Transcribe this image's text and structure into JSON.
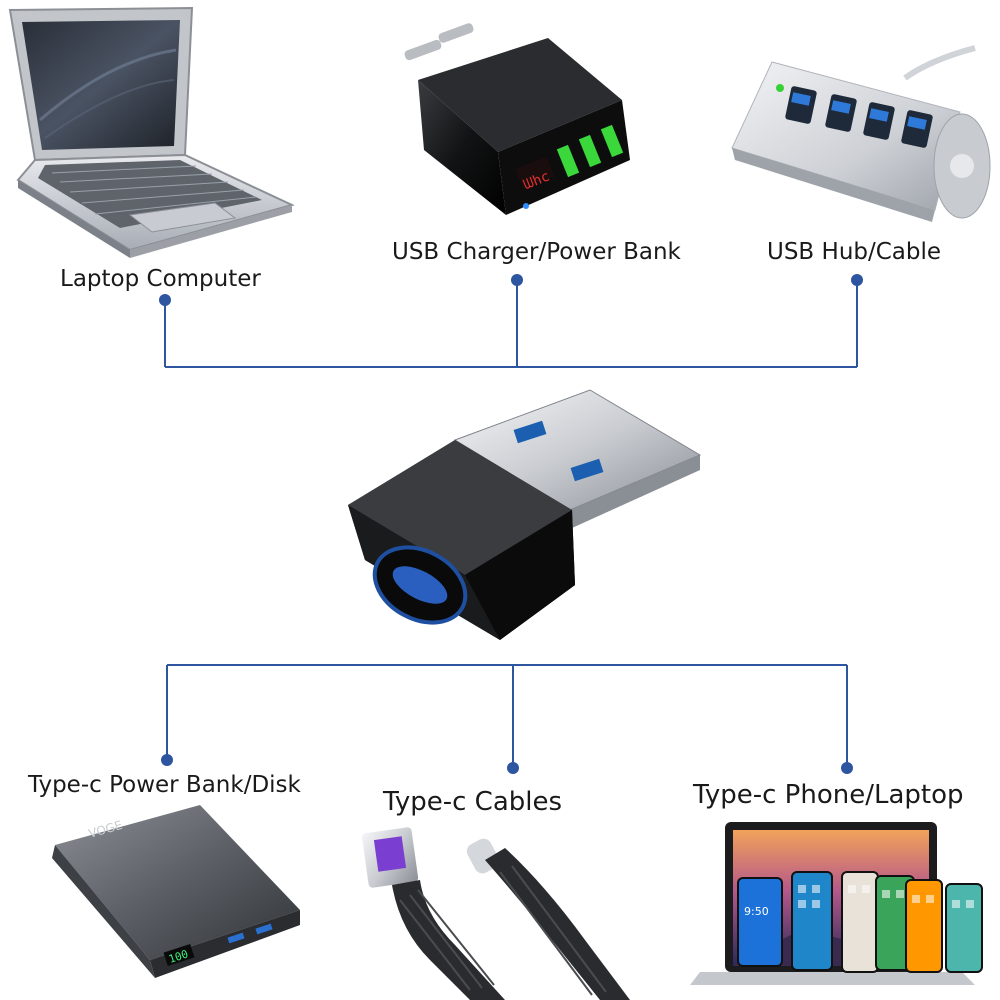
{
  "top_devices": {
    "laptop": "Laptop Computer",
    "charger": "USB Charger/Power Bank",
    "hub": "USB Hub/Cable"
  },
  "bottom_devices": {
    "power_bank": "Type-c Power Bank/Disk",
    "cables": "Type-c Cables",
    "phone_laptop": "Type-c Phone/Laptop"
  },
  "charger_display": "ᗯhc",
  "power_bank_display": "100",
  "power_bank_brand": "VOGE",
  "phone_time": "9:50",
  "colors": {
    "connector_line": "#2e55a0",
    "label_text": "#1a1a1a"
  }
}
